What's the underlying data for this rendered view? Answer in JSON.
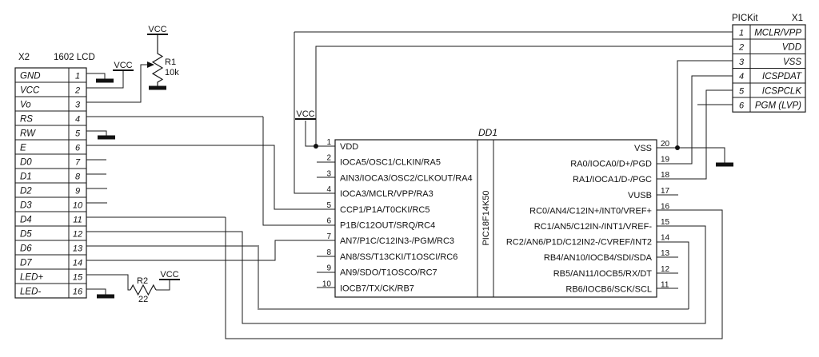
{
  "colors": {
    "background": "#ffffff",
    "ink": "#1a1a1a",
    "gray_wire": "#8d8d8d"
  },
  "power": {
    "vcc_label": "VCC"
  },
  "lcd_connector": {
    "ref": "X2",
    "title": "1602 LCD",
    "pins": [
      {
        "num": "1",
        "name": "GND"
      },
      {
        "num": "2",
        "name": "VCC"
      },
      {
        "num": "3",
        "name": "Vo"
      },
      {
        "num": "4",
        "name": "RS"
      },
      {
        "num": "5",
        "name": "RW"
      },
      {
        "num": "6",
        "name": "E"
      },
      {
        "num": "7",
        "name": "D0"
      },
      {
        "num": "8",
        "name": "D1"
      },
      {
        "num": "9",
        "name": "D2"
      },
      {
        "num": "10",
        "name": "D3"
      },
      {
        "num": "11",
        "name": "D4"
      },
      {
        "num": "12",
        "name": "D5"
      },
      {
        "num": "13",
        "name": "D6"
      },
      {
        "num": "14",
        "name": "D7"
      },
      {
        "num": "15",
        "name": "LED+"
      },
      {
        "num": "16",
        "name": "LED-"
      }
    ]
  },
  "mcu": {
    "ref": "DD1",
    "part": "PIC18F14K50",
    "left_pins": [
      {
        "num": "1",
        "label": "VDD"
      },
      {
        "num": "2",
        "label": "IOCA5/OSC1/CLKIN/RA5"
      },
      {
        "num": "3",
        "label": "AIN3/IOCA3/OSC2/CLKOUT/RA4"
      },
      {
        "num": "4",
        "label": "IOCA3/MCLR/VPP/RA3"
      },
      {
        "num": "5",
        "label": "CCP1/P1A/T0CKI/RC5"
      },
      {
        "num": "6",
        "label": "P1B/C12OUT/SRQ/RC4"
      },
      {
        "num": "7",
        "label": "AN7/P1C/C12IN3-/PGM/RC3"
      },
      {
        "num": "8",
        "label": "AN8/SS/T13CKI/T1OSCI/RC6"
      },
      {
        "num": "9",
        "label": "AN9/SDO/T1OSCO/RC7"
      },
      {
        "num": "10",
        "label": "IOCB7/TX/CK/RB7"
      }
    ],
    "right_pins": [
      {
        "num": "20",
        "label": "VSS"
      },
      {
        "num": "19",
        "label": "RA0/IOCA0/D+/PGD"
      },
      {
        "num": "18",
        "label": "RA1/IOCA1/D-/PGC"
      },
      {
        "num": "17",
        "label": "VUSB"
      },
      {
        "num": "16",
        "label": "RC0/AN4/C12IN+/INT0/VREF+"
      },
      {
        "num": "15",
        "label": "RC1/AN5/C12IN-/INT1/VREF-"
      },
      {
        "num": "14",
        "label": "RC2/AN6/P1D/C12IN2-/CVREF/INT2"
      },
      {
        "num": "13",
        "label": "RB4/AN10/IOCB4/SDI/SDA"
      },
      {
        "num": "12",
        "label": "RB5/AN11/IOCB5/RX/DT"
      },
      {
        "num": "11",
        "label": "RB6/IOCB6/SCK/SCL"
      }
    ]
  },
  "pickit_connector": {
    "title": "PICKit",
    "ref": "X1",
    "pins": [
      {
        "num": "1",
        "name": "MCLR/VPP"
      },
      {
        "num": "2",
        "name": "VDD"
      },
      {
        "num": "3",
        "name": "VSS"
      },
      {
        "num": "4",
        "name": "ICSPDAT"
      },
      {
        "num": "5",
        "name": "ICSPCLK"
      },
      {
        "num": "6",
        "name": "PGM (LVP)"
      }
    ]
  },
  "resistors": {
    "r1": {
      "ref": "R1",
      "value": "10k"
    },
    "r2": {
      "ref": "R2",
      "value": "22"
    }
  }
}
